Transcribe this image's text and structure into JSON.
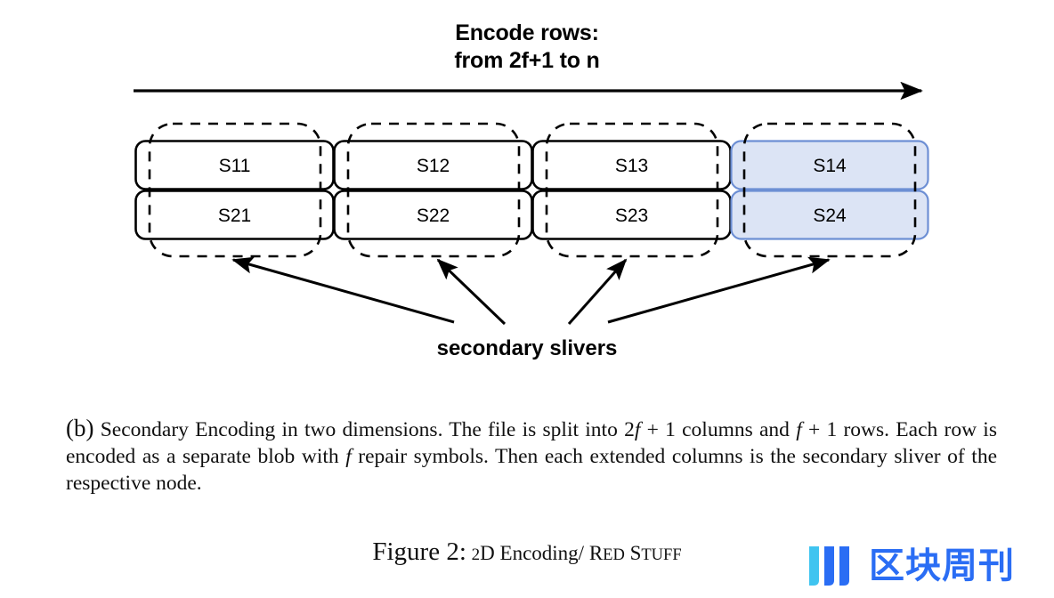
{
  "heading": {
    "line1": "Encode rows:",
    "line2": "from 2f+1 to n"
  },
  "diagram": {
    "grid": {
      "rows": [
        {
          "cells": [
            "S11",
            "S12",
            "S13",
            "S14"
          ]
        },
        {
          "cells": [
            "S21",
            "S22",
            "S23",
            "S24"
          ]
        }
      ],
      "columns": 4,
      "highlighted_column_index": 3,
      "highlight_fill": "#dce4f5",
      "highlight_stroke": "#6d8fd4",
      "cell_stroke": "#000000",
      "column_outline_style": "dashed"
    },
    "annotation_label": "secondary slivers",
    "arrow_count": 4,
    "top_arrow": {
      "direction": "right"
    }
  },
  "caption": {
    "lead": "(b)",
    "part1": " Secondary Encoding in two dimensions. The file is split into ",
    "expr1_pre": "2",
    "expr1_var": "f",
    "expr1_post": " + 1",
    "part2": " columns and ",
    "expr2_var": "f",
    "expr2_post": " + 1",
    "part3": " rows. Each row is encoded as a separate blob with ",
    "expr3_var": "f",
    "part4": " repair symbols. Then each extended columns is the secondary sliver of the respective node."
  },
  "figure_caption": {
    "number": "Figure 2:",
    "text_before": "2D Encoding/ ",
    "d_num": "2",
    "d_letter": "D",
    "word_encoding": " Encoding/ ",
    "sc1_first": "R",
    "sc1_rest": "ED",
    "sc2_first": "S",
    "sc2_rest": "TUFF"
  },
  "watermark": {
    "text": "区块周刊",
    "color": "#2a6df4",
    "accent_color": "#3fc4f0"
  }
}
